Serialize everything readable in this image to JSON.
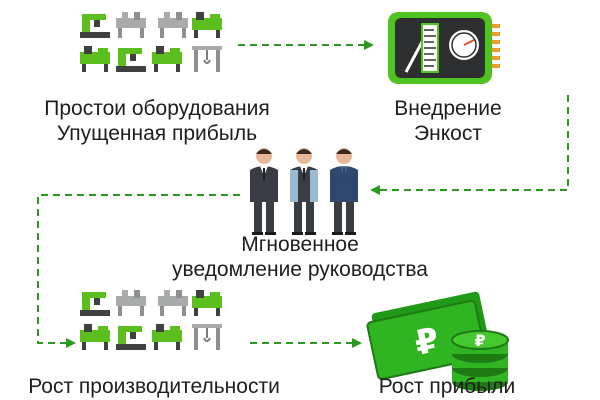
{
  "nodes": {
    "downtime": {
      "line1": "Простои оборудования",
      "line2": "Упущенная прибыль",
      "icon": "machinery-icon-grid"
    },
    "enkost": {
      "line1": "Внедрение",
      "line2": "Энкост",
      "icon": "monitoring-device-icon"
    },
    "management": {
      "line1": "Мгновенное",
      "line2": "уведомление руководства",
      "icon": "managers-icon"
    },
    "productivity": {
      "line1": "Рост производительности",
      "icon": "machinery-icon-grid"
    },
    "profit": {
      "line1": "Рост прибыли",
      "icon": "ruble-money-icon"
    }
  },
  "colors": {
    "accent_green": "#5cbf1f",
    "dark_green": "#1f8a16",
    "grey_machine": "#a9aaaa",
    "dark": "#3f4040",
    "suit": "#3a3e44",
    "text": "#1e1e1e"
  }
}
